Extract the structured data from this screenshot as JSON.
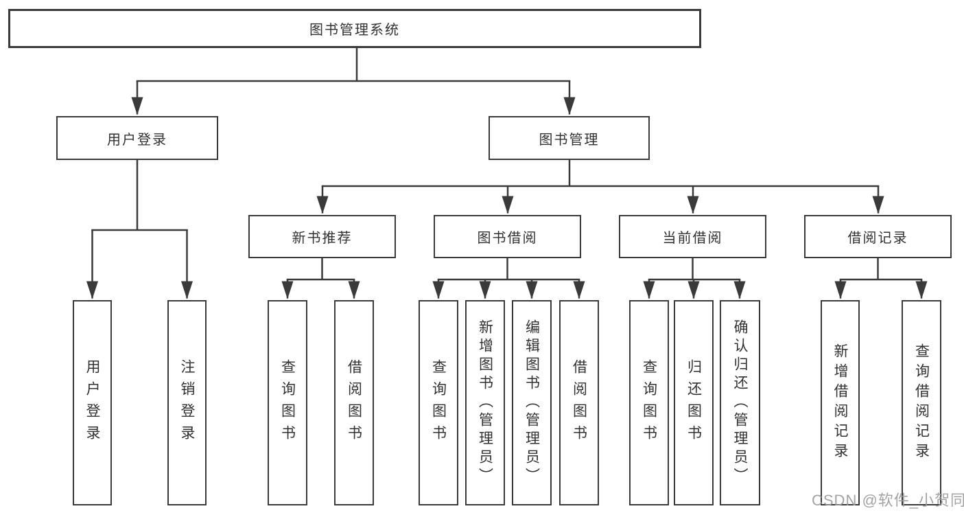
{
  "diagram": {
    "title": "图书管理系统",
    "root": {
      "label": "图书管理系统"
    },
    "branches": {
      "user_login": {
        "label": "用户登录",
        "children": [
          {
            "label": "用户登录"
          },
          {
            "label": "注销登录"
          }
        ]
      },
      "book_management": {
        "label": "图书管理",
        "children": [
          {
            "label": "新书推荐",
            "children": [
              {
                "label": "查询图书"
              },
              {
                "label": "借阅图书"
              }
            ]
          },
          {
            "label": "图书借阅",
            "children": [
              {
                "label": "查询图书"
              },
              {
                "label": "新增图书（管理员）"
              },
              {
                "label": "编辑图书（管理员）"
              },
              {
                "label": "借阅图书"
              }
            ]
          },
          {
            "label": "当前借阅",
            "children": [
              {
                "label": "查询图书"
              },
              {
                "label": "归还图书"
              },
              {
                "label": "确认归还（管理员）"
              }
            ]
          },
          {
            "label": "借阅记录",
            "children": [
              {
                "label": "新增借阅记录"
              },
              {
                "label": "查询借阅记录"
              }
            ]
          }
        ]
      }
    }
  },
  "watermark": "CSDN @软件_小贺同学",
  "colors": {
    "line": "#3a3a3a",
    "box_border": "#3a3a3a",
    "text": "#313131",
    "background": "#ffffff",
    "watermark": "#9b9b9b"
  }
}
